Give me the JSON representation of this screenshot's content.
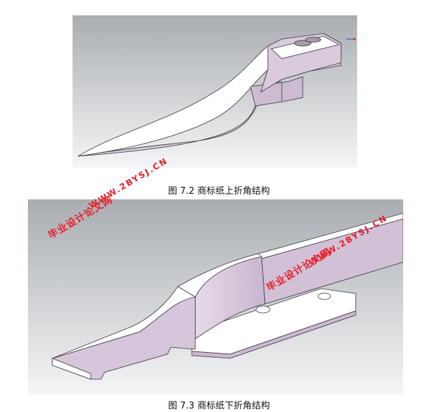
{
  "figures": [
    {
      "caption": "图 7.2 商标纸上折角结构"
    },
    {
      "caption": "图 7.3 商标纸下折角结构"
    }
  ],
  "watermarks": {
    "cn": "毕业设计论文网",
    "en": "WWW.2BYSJ.CN"
  },
  "colors": {
    "part_face": "#d4c3d9",
    "part_light": "#ffffff",
    "watermark": "#e8202a",
    "background_top": "#a9adb2",
    "background_bottom": "#f4f5f6"
  }
}
